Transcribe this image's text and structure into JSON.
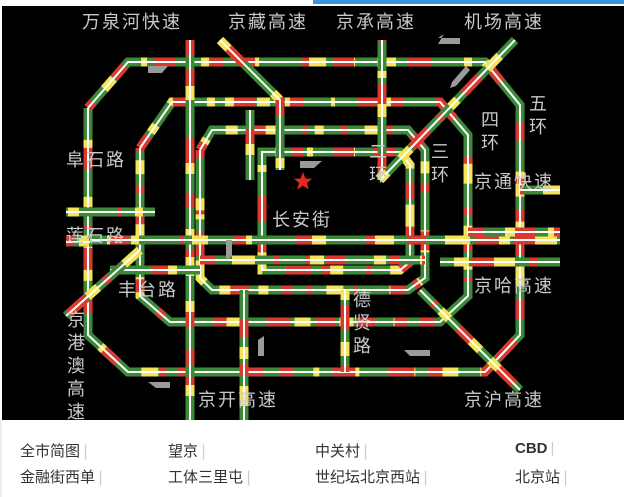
{
  "colors": {
    "smooth": "#3a8a3a",
    "slow": "#f5e35a",
    "congested": "#d93a30",
    "center": "#ffffff",
    "accent": "#3b94e0",
    "star": "#e8281e"
  },
  "map": {
    "labels": {
      "wanquanhe": "万泉河快速",
      "jingzang": "京藏高速",
      "jingcheng": "京承高速",
      "airport": "机场高速",
      "ring5": "五环",
      "ring4": "四环",
      "ring3": "三环",
      "ring2": "二环",
      "fushi": "阜石路",
      "lianshi": "莲石路",
      "jingtong": "京通快速",
      "changan": "长安街",
      "fengtai": "丰台路",
      "jingha": "京哈高速",
      "jinggangao": "京港澳高速",
      "jingkai": "京开高速",
      "jinghu": "京沪高速",
      "deshenglu": "德贤路"
    }
  },
  "links": [
    {
      "label": "全市简图"
    },
    {
      "label": "望京"
    },
    {
      "label": "中关村"
    },
    {
      "label": "CBD"
    },
    {
      "label": "金融街西单"
    },
    {
      "label": "工体三里屯"
    },
    {
      "label": "世纪坛北京西站"
    },
    {
      "label": "北京站"
    }
  ],
  "separator": "|"
}
